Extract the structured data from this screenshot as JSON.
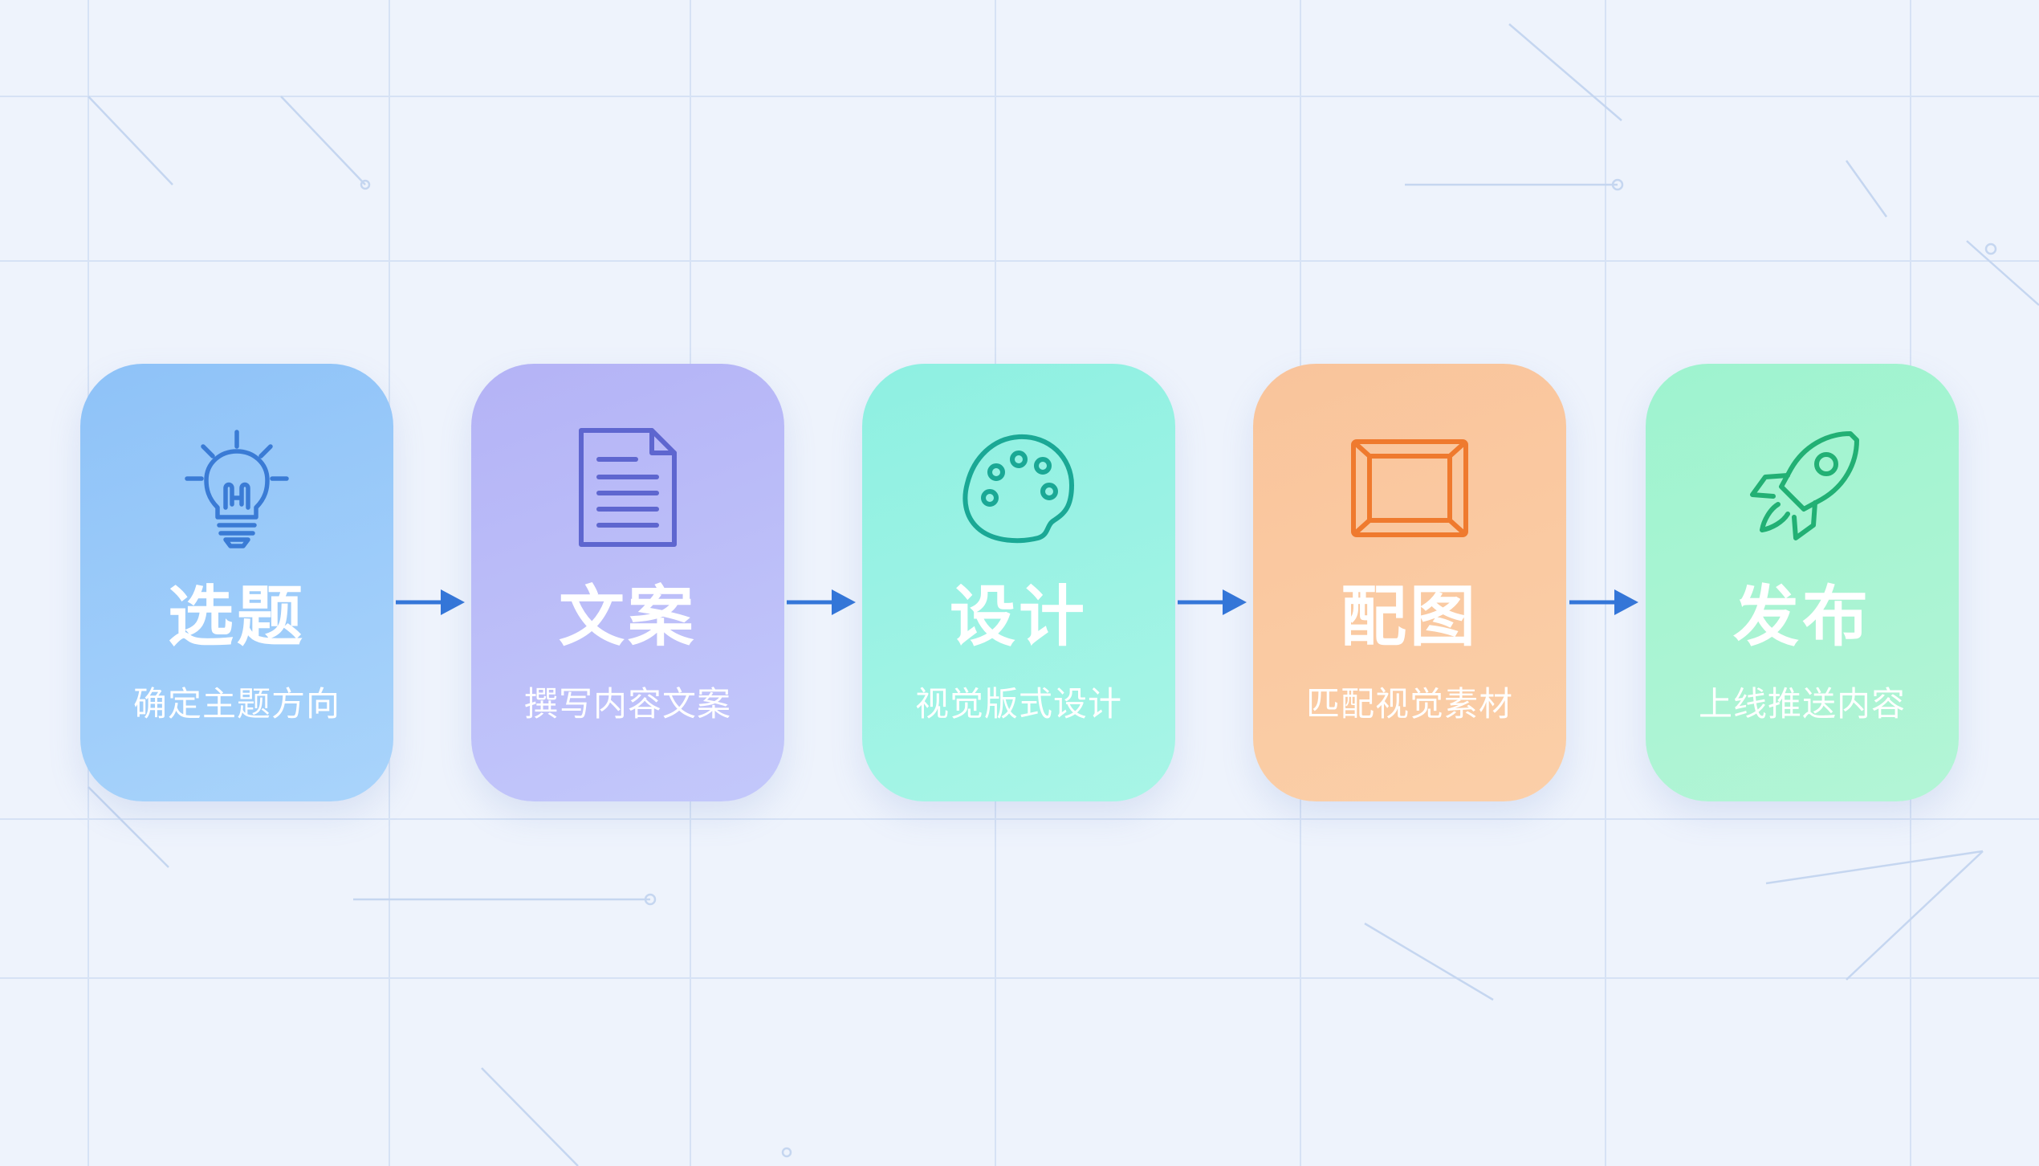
{
  "steps": [
    {
      "title": "选题",
      "subtitle": "确定主题方向",
      "icon": "lightbulb-icon",
      "color": "#8ec2f8",
      "icon_color": "#3a7bd5"
    },
    {
      "title": "文案",
      "subtitle": "撰写内容文案",
      "icon": "document-icon",
      "color": "#b4b3f6",
      "icon_color": "#5e66cf"
    },
    {
      "title": "设计",
      "subtitle": "视觉版式设计",
      "icon": "palette-icon",
      "color": "#8ef0e2",
      "icon_color": "#1aa895"
    },
    {
      "title": "配图",
      "subtitle": "匹配视觉素材",
      "icon": "picture-frame-icon",
      "color": "#f9c49b",
      "icon_color": "#ef7a2e"
    },
    {
      "title": "发布",
      "subtitle": "上线推送内容",
      "icon": "rocket-icon",
      "color": "#9ef3cf",
      "icon_color": "#22b074"
    }
  ],
  "arrow_color": "#3476d8",
  "background_color": "#eef3fc"
}
